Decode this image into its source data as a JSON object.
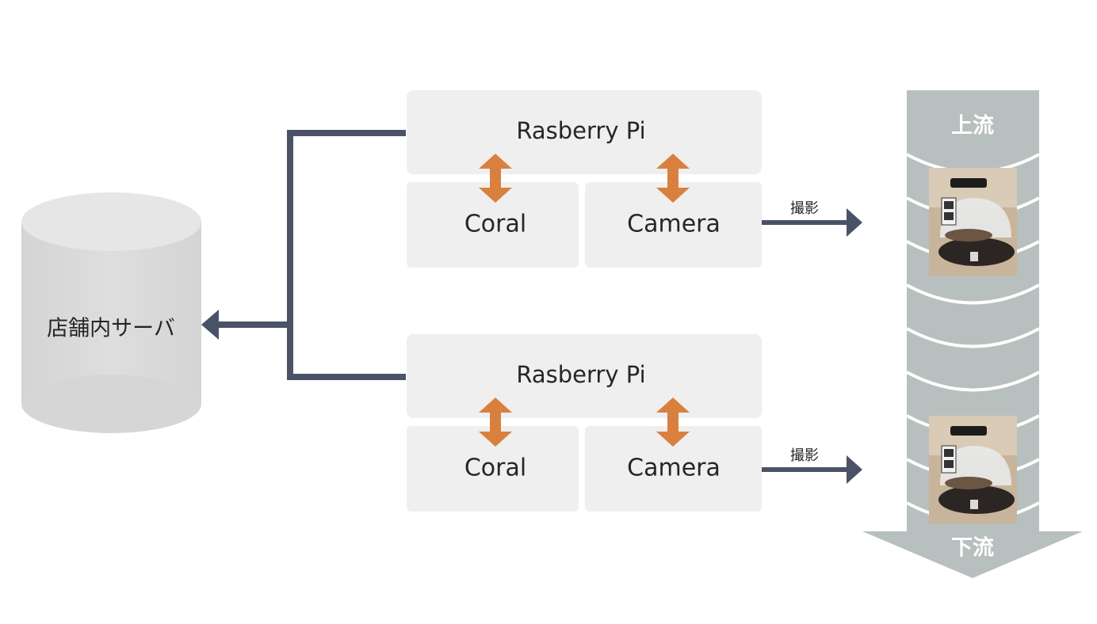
{
  "server": {
    "label": "店舗内サーバ"
  },
  "units": [
    {
      "title": "Rasberry Pi",
      "left_label": "Coral",
      "right_label": "Camera",
      "shoot_label": "撮影"
    },
    {
      "title": "Rasberry Pi",
      "left_label": "Coral",
      "right_label": "Camera",
      "shoot_label": "撮影"
    }
  ],
  "conveyor": {
    "top_label": "上流",
    "bottom_label": "下流"
  },
  "colors": {
    "panel": "#efefef",
    "connector": "#4a5366",
    "bidirectional_arrow": "#d9803f",
    "belt": "#b8bfbf",
    "server": "#d9d9d9"
  }
}
